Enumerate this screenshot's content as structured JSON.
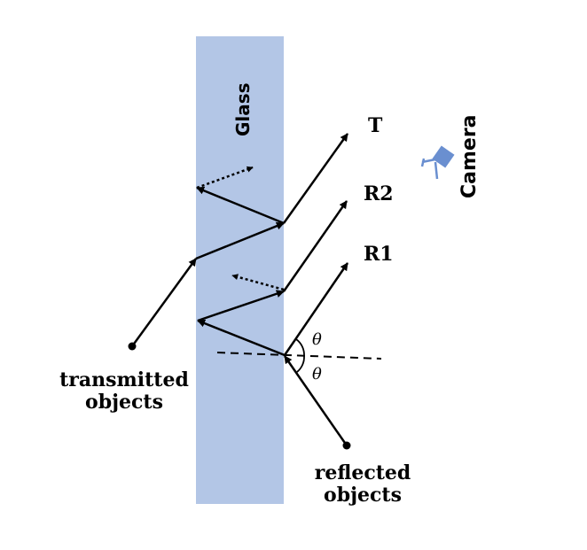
{
  "glass": {
    "label": "Glass",
    "color": "#b3c6e6"
  },
  "camera": {
    "label": "Camera",
    "color": "#6a8fd0"
  },
  "rays": {
    "transmitted_label": "T",
    "reflection2_label": "R2",
    "reflection1_label": "R1"
  },
  "angles": {
    "upper": "θ",
    "lower": "θ"
  },
  "sources": {
    "transmitted_line1": "transmitted",
    "transmitted_line2": "objects",
    "reflected_line1": "reflected",
    "reflected_line2": "objects"
  },
  "colors": {
    "line": "#000000"
  }
}
